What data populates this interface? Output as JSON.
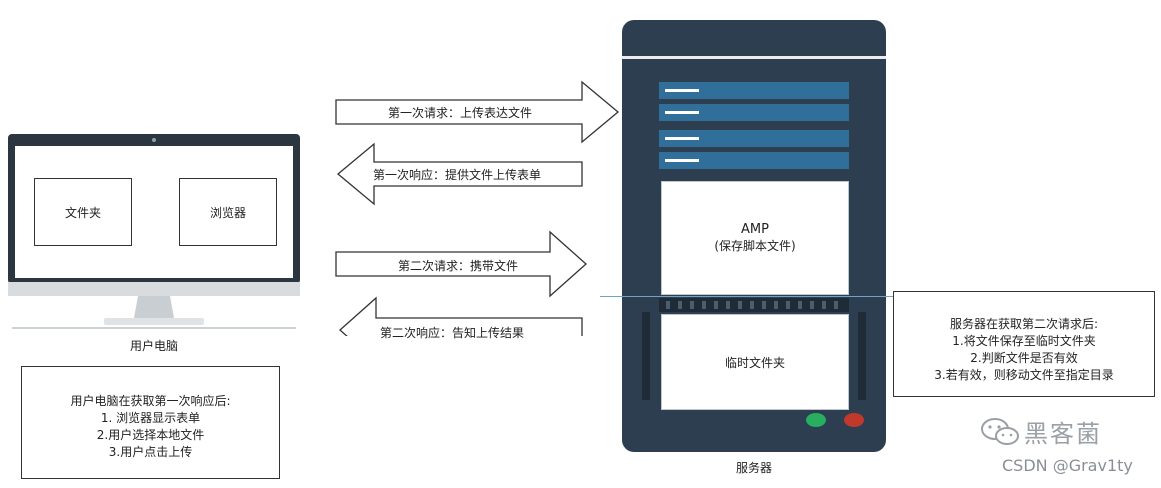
{
  "computer": {
    "folder_label": "文件夹",
    "browser_label": "浏览器",
    "caption": "用户电脑"
  },
  "client_note": {
    "title": "用户电脑在获取第一次响应后:",
    "lines": [
      "1. 浏览器显示表单",
      "2.用户选择本地文件",
      "3.用户点击上传"
    ]
  },
  "arrows": {
    "first_request": "第一次请求：上传表达文件",
    "first_response": "第一次响应：提供文件上传表单",
    "second_request": "第二次请求：携带文件",
    "second_response": "第二次响应：告知上传结果"
  },
  "server": {
    "amp_title": "AMP",
    "amp_sub": "(保存脚本文件)",
    "temp_folder": "临时文件夹",
    "caption": "服务器"
  },
  "server_note": {
    "title": "服务器在获取第二次请求后:",
    "lines": [
      "1.将文件保存至临时文件夹",
      "2.判断文件是否有效",
      "3.若有效，则移动文件至指定目录"
    ]
  },
  "watermark": {
    "brand": "黑客菌",
    "credit": "CSDN @Grav1ty"
  },
  "colors": {
    "server_body": "#2c3e50",
    "server_bar": "#2f6f9a",
    "monitor_frame": "#2b3640",
    "green_led": "#27ae60",
    "red_led": "#c0392b"
  }
}
